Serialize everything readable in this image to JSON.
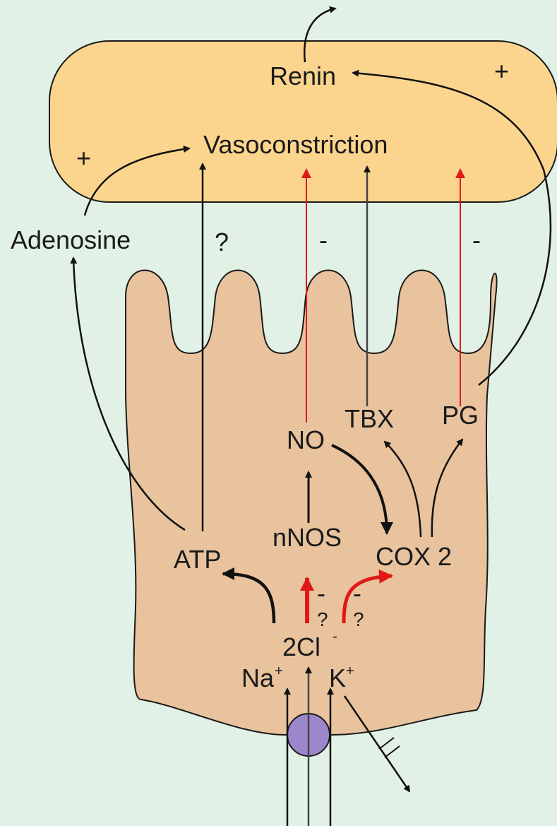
{
  "labels": {
    "renin": "Renin",
    "vasoconstriction": "Vasoconstriction",
    "adenosine": "Adenosine",
    "atp": "ATP",
    "nnos": "nNOS",
    "no": "NO",
    "tbx": "TBX",
    "pg": "PG",
    "cox2": "COX 2",
    "cl": "2Cl",
    "cl_sup": "-",
    "na": "Na",
    "na_sup": "+",
    "k": "K",
    "k_sup": "+"
  },
  "signs": {
    "renin_plus": "+",
    "vaso_plus": "+",
    "atp_question": "?",
    "no_minus": "-",
    "pg_minus": "-",
    "nnos_minus": "-",
    "nnos_question": "?",
    "cox_minus": "-",
    "cox_question": "?"
  },
  "colors": {
    "background": "#e2f1e6",
    "vessel": "#fbd58e",
    "cell": "#e8c39d",
    "transporter": "#9d87cc",
    "inhibit_arrow": "#e01818",
    "arrow": "#111111"
  }
}
